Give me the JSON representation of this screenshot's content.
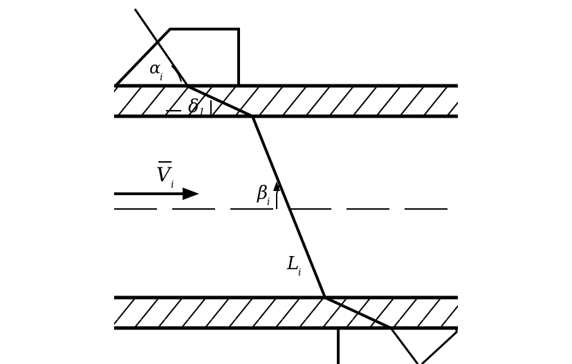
{
  "labels": {
    "alpha": "α",
    "alpha_sub": "i",
    "delta": "δ",
    "delta_sub": "l",
    "velocity": "V",
    "velocity_sub": "i",
    "beta": "β",
    "beta_sub": "i",
    "length": "L",
    "length_sub": "i"
  }
}
